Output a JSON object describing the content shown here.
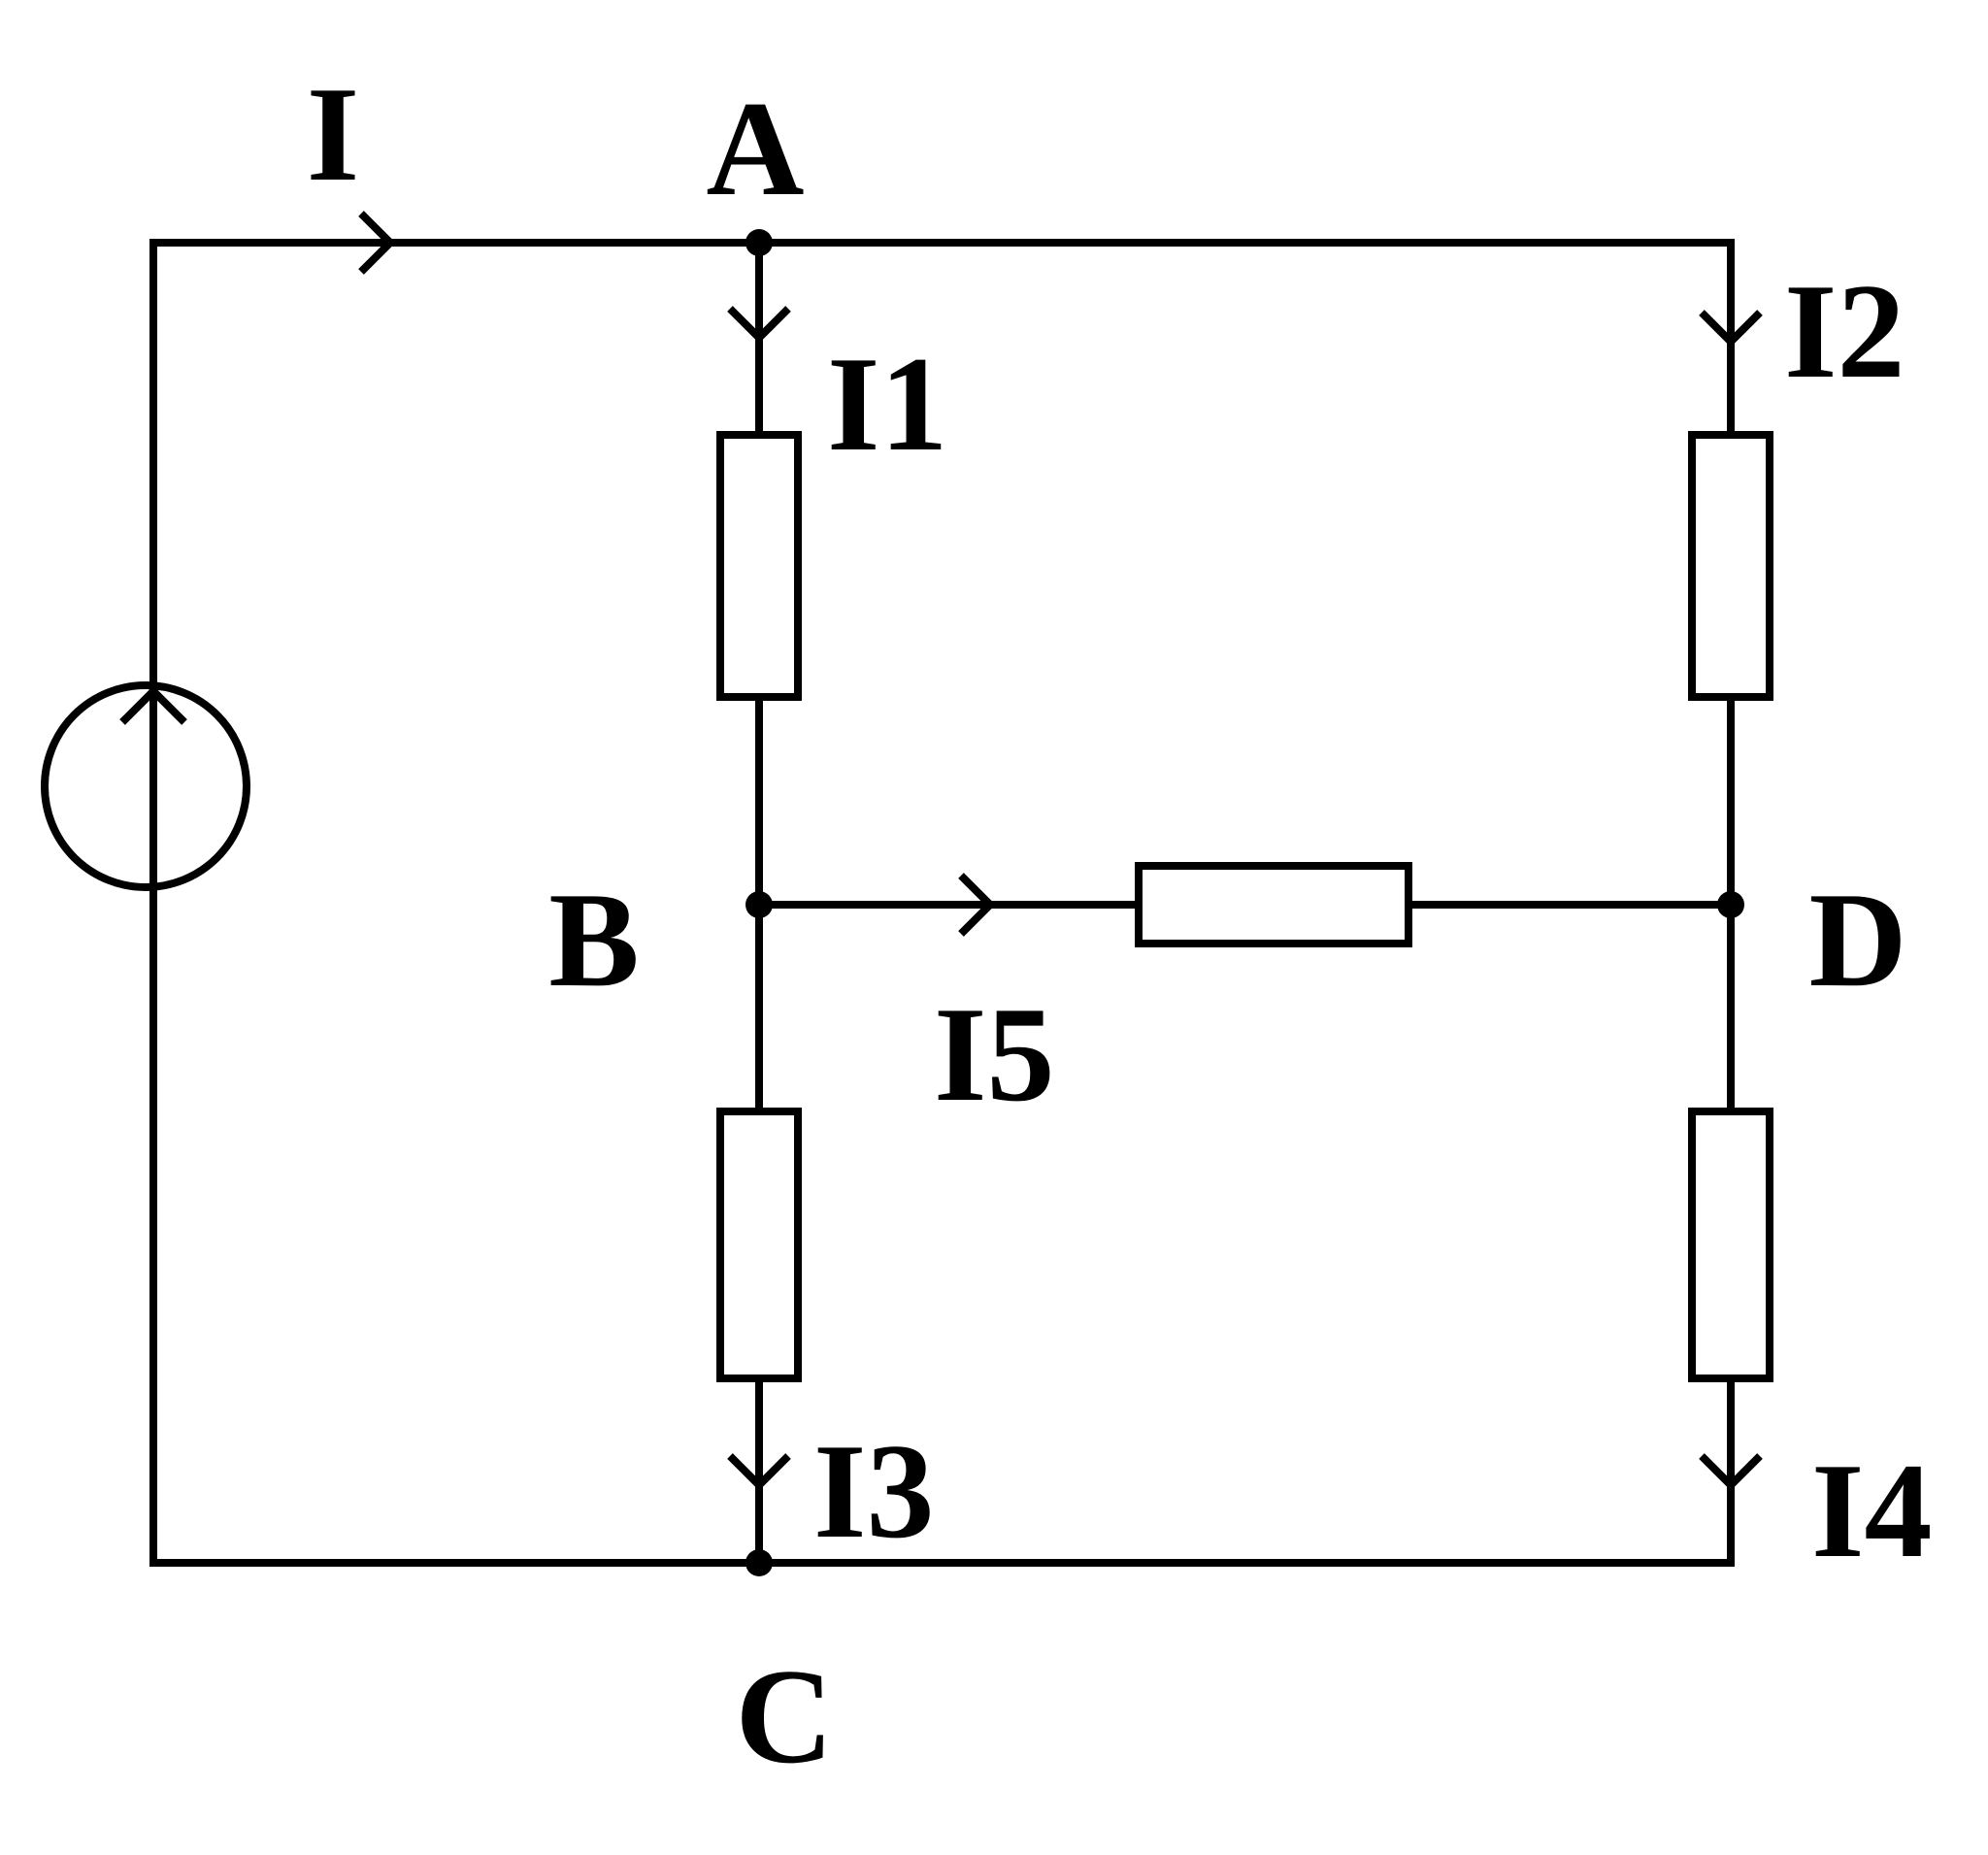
{
  "nodes": {
    "a": "A",
    "b": "B",
    "c": "C",
    "d": "D"
  },
  "currents": {
    "source": "I",
    "i1": "I1",
    "i2": "I2",
    "i3": "I3",
    "i4": "I4",
    "i5": "I5"
  },
  "colors": {
    "line": "#000000",
    "background": "#ffffff"
  }
}
